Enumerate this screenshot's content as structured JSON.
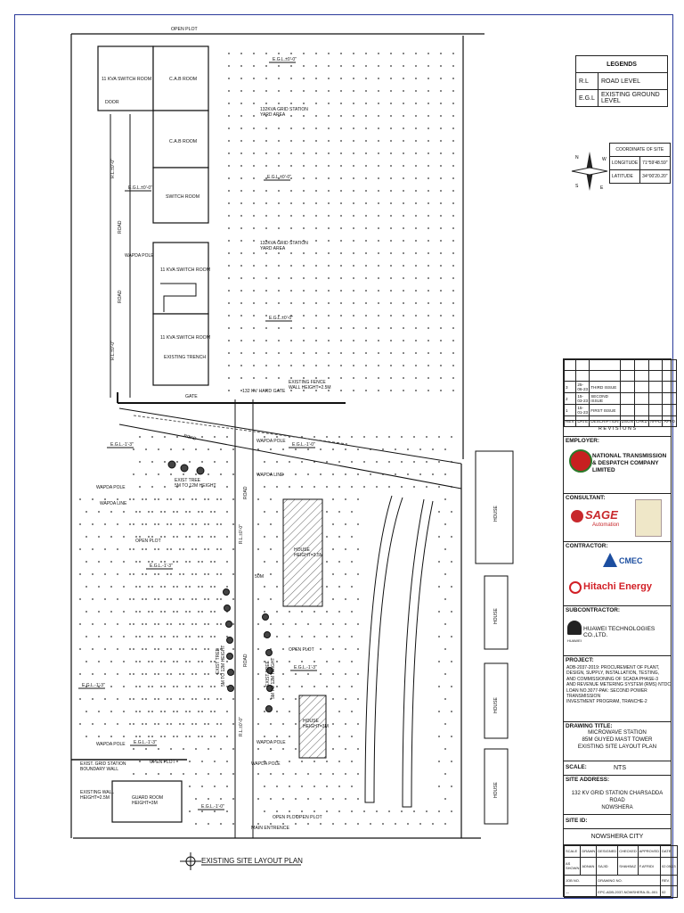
{
  "plan": {
    "open_plot_top": "OPEN PLOT",
    "rooms": {
      "kva_switch_top": "11 KVA SWITCH ROOM",
      "door": "DOOR",
      "cab_room_1": "C.A.B ROOM",
      "cab_room_2": "C.A.B ROOM",
      "switch_room": "SWITCH ROOM",
      "kva_switch_mid": "11 KVA SWITCH ROOM",
      "kva_switch_low": "11 KVA SWITCH ROOM",
      "existing_trench": "EXISTING TRENCH"
    },
    "yard_1": "132KVA GRID STATION\nYARD AREA",
    "yard_2": "132KVA GRID STATION\nYARD AREA",
    "egl_labels": [
      "E.G.L.±0'-0\"",
      "E.G.L.±0'-0\"",
      "E.G.L.±0'-0\"",
      "E.G.L.±0'-0\"",
      "E.G.L.-1'-3\"",
      "E.G.L.-1'-0\"",
      "E.G.L.-1'-3\"",
      "E.G.L.-1'-3\"",
      "E.G.L.-1'-0\"",
      "E.G.L.-1'-3\"",
      "E.G.L.-1'-3\""
    ],
    "rl_labels": [
      "R.L.±0'-0\"",
      "R.L.±0'-0\"",
      "R.L.±0'-0\"",
      "R.L.±0'-0\""
    ],
    "road_labels": [
      "ROAD",
      "ROAD",
      "ROAD",
      "ROAD",
      "ROAD"
    ],
    "wapda_poles": [
      "WAPDA POLE",
      "WAPDA POLE",
      "WAPDA POLE",
      "WAPDA POLE",
      "WAPDA POLE",
      "WAPDA POLE"
    ],
    "wapda_lines": [
      "WAPDA LINE",
      "WAPDA LINE"
    ],
    "gate": "GATE",
    "kv_hard_gate": "132 KV HARD GATE",
    "existing_fence": "EXISTING FENCE\nWALL HEIGHT=2.5M",
    "exist_tree_1": "EXIST TREE\n5M TO 12M HEIGHT",
    "exist_tree_2": "EXIST TREE\n5M TO 12M HEIGHT",
    "exist_tree_3": "EXIST TREE\n5M TO 12M HEIGHT",
    "open_plots": [
      "OPEN PLOT",
      "OPEN PLOT",
      "OPEN PLOT",
      "OPEN PLOT"
    ],
    "house_1": "HOUSE\nHEIGHT=3.5M",
    "house_2": "HOUSE\nHEIGHT=3M",
    "dim_50m": "50M",
    "house_side": [
      "HOUSE",
      "HOUSE",
      "HOUSE",
      "HOUSE"
    ],
    "exist_grid_wall": "EXIST. GRID STATION\nBOUNDARY WALL",
    "existing_wall": "EXISTING WALL\nHEIGHT=2.5M",
    "guard_room": "GUARD ROOM\nHEIGHT=3M",
    "main_entrance": "MAIN ENTRENCE",
    "open_plot_bottom": "OPEN PLOT",
    "plan_title": "EXISTING SITE LAYOUT PLAN"
  },
  "legend": {
    "title": "LEGENDS",
    "rows": [
      {
        "abbr": "R.L",
        "meaning": "ROAD LEVEL"
      },
      {
        "abbr": "E.G.L",
        "meaning": "EXISTING GROUND LEVEL"
      }
    ]
  },
  "coordinates": {
    "title": "COORDINATE OF SITE",
    "longitude_label": "LONGITUDE",
    "longitude_value": "71°59'48.59\"",
    "latitude_label": "LATITUDE",
    "latitude_value": "34°00'20.20\""
  },
  "north": {
    "n": "N",
    "e": "E",
    "s": "S",
    "w": "W"
  },
  "title_block": {
    "revisions": [
      {
        "no": "3",
        "date": "25-06-23",
        "desc": "THIRD ISSUE"
      },
      {
        "no": "2",
        "date": "15-03-23",
        "desc": "SECOND ISSUE"
      },
      {
        "no": "1",
        "date": "15-01-23",
        "desc": "FIRST ISSUE"
      }
    ],
    "rev_header": [
      "REV.",
      "DATE",
      "DESCRIPTION",
      "DSGN",
      "CHKD",
      "APPD",
      "APPD"
    ],
    "revisions_title": "R E V I S I O N S",
    "employer_label": "EMPLOYER:",
    "employer_name": "NATIONAL TRANSMISSION\n& DESPATCH COMPANY LIMITED",
    "consultant_label": "CONSULTANT:",
    "consultant_name": "SAGE",
    "consultant_sub": "Automation",
    "contractor_label": "CONTRACTOR:",
    "contractor_1": "CMEC",
    "contractor_2": "Hitachi Energy",
    "subcontractor_label": "SUBCONTRACTOR:",
    "subcontractor_name": "HUAWEI TECHNOLOGIES CO.,LTD.",
    "subcontractor_sub": "HUAWEI",
    "project_label": "PROJECT:",
    "project_text": "ADB-2037-2019: PROCUREMENT OF PLANT,\nDESIGN, SUPPLY, INSTALLATION, TESTING,\nAND COMMISSIONING OF SCADA PHASE-3\nAND REVENUE METERING SYSTEM (RMS) NTDC\nLOAN NO.3077-PAK: SECOND POWER TRANSMISSION\nINVESTMENT PROGRAM, TRANCHE-2",
    "drawing_title_label": "DRAWING TITLE:",
    "drawing_title": "MICROWAVE STATION\n85M GUYED MAST TOWER\nEXISTING SITE LAYOUT PLAN",
    "scale_label": "SCALE:",
    "scale_value": "NTS",
    "site_address_label": "SITE ADDRESS:",
    "site_address": "132 KV GRID STATION CHARSADDA ROAD\nNOWSHERA",
    "site_id_label": "SITE ID:",
    "site_name": "NOWSHERA CITY",
    "sign_header": [
      "SCALE",
      "DRAWN",
      "DESIGNED",
      "CHECKED",
      "APPROVED",
      "DATE"
    ],
    "sign_values": [
      "AS SHOWN",
      "ADNAN",
      "SAJID",
      "SHAHBAZ",
      "F.AFRIDI",
      "02.05.23"
    ],
    "job_no_label": "JOB NO.",
    "drawing_no_label": "DRAWING NO.",
    "rev_label": "REV.",
    "job_no": "—",
    "drawing_no": "EPC-ADB-2037-NOWSHERA-SL-001",
    "rev_no": "02"
  }
}
